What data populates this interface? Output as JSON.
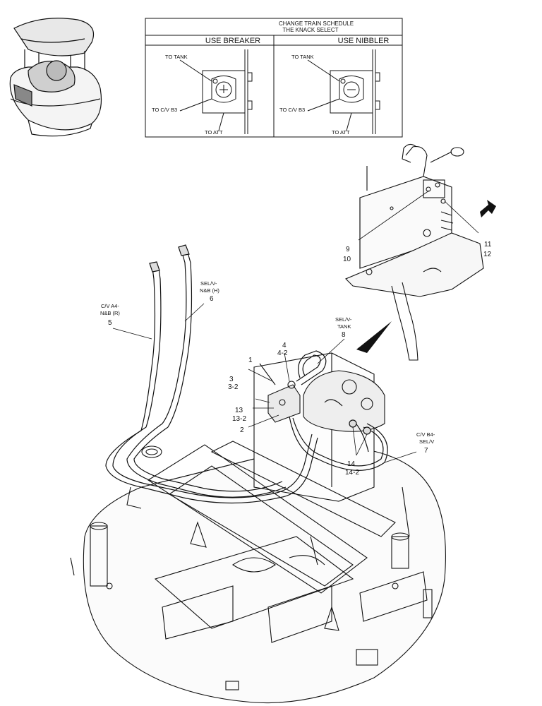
{
  "schedule_box": {
    "title_line1": "CHANGE TRAIN SCHEDULE",
    "title_line2": "THE KNACK SELECT",
    "left": {
      "header": "USE BREAKER",
      "to_tank": "TO TANK",
      "to_cv": "TO C/V B3",
      "to_att": "TO ATT"
    },
    "right": {
      "header": "USE NIBBLER",
      "to_tank": "TO TANK",
      "to_cv": "TO C/V B3",
      "to_att": "TO ATT"
    }
  },
  "callouts": {
    "c1": "1",
    "c2": "2",
    "c3": "3",
    "c3_2": "3-2",
    "c4": "4",
    "c4_2": "4-2",
    "c5": "5",
    "c5_text1": "C/V A4-",
    "c5_text2": "N&B (R)",
    "c6": "6",
    "c6_text1": "SEL/V-",
    "c6_text2": "N&B (H)",
    "c7": "7",
    "c7_text1": "C/V B4-",
    "c7_text2": "SEL/V",
    "c8": "8",
    "c8_text1": "SEL/V-",
    "c8_text2": "TANK",
    "c9": "9",
    "c10": "10",
    "c11": "11",
    "c12": "12",
    "c13": "13",
    "c13_2": "13-2",
    "c14": "14",
    "c14_2": "14-2"
  }
}
